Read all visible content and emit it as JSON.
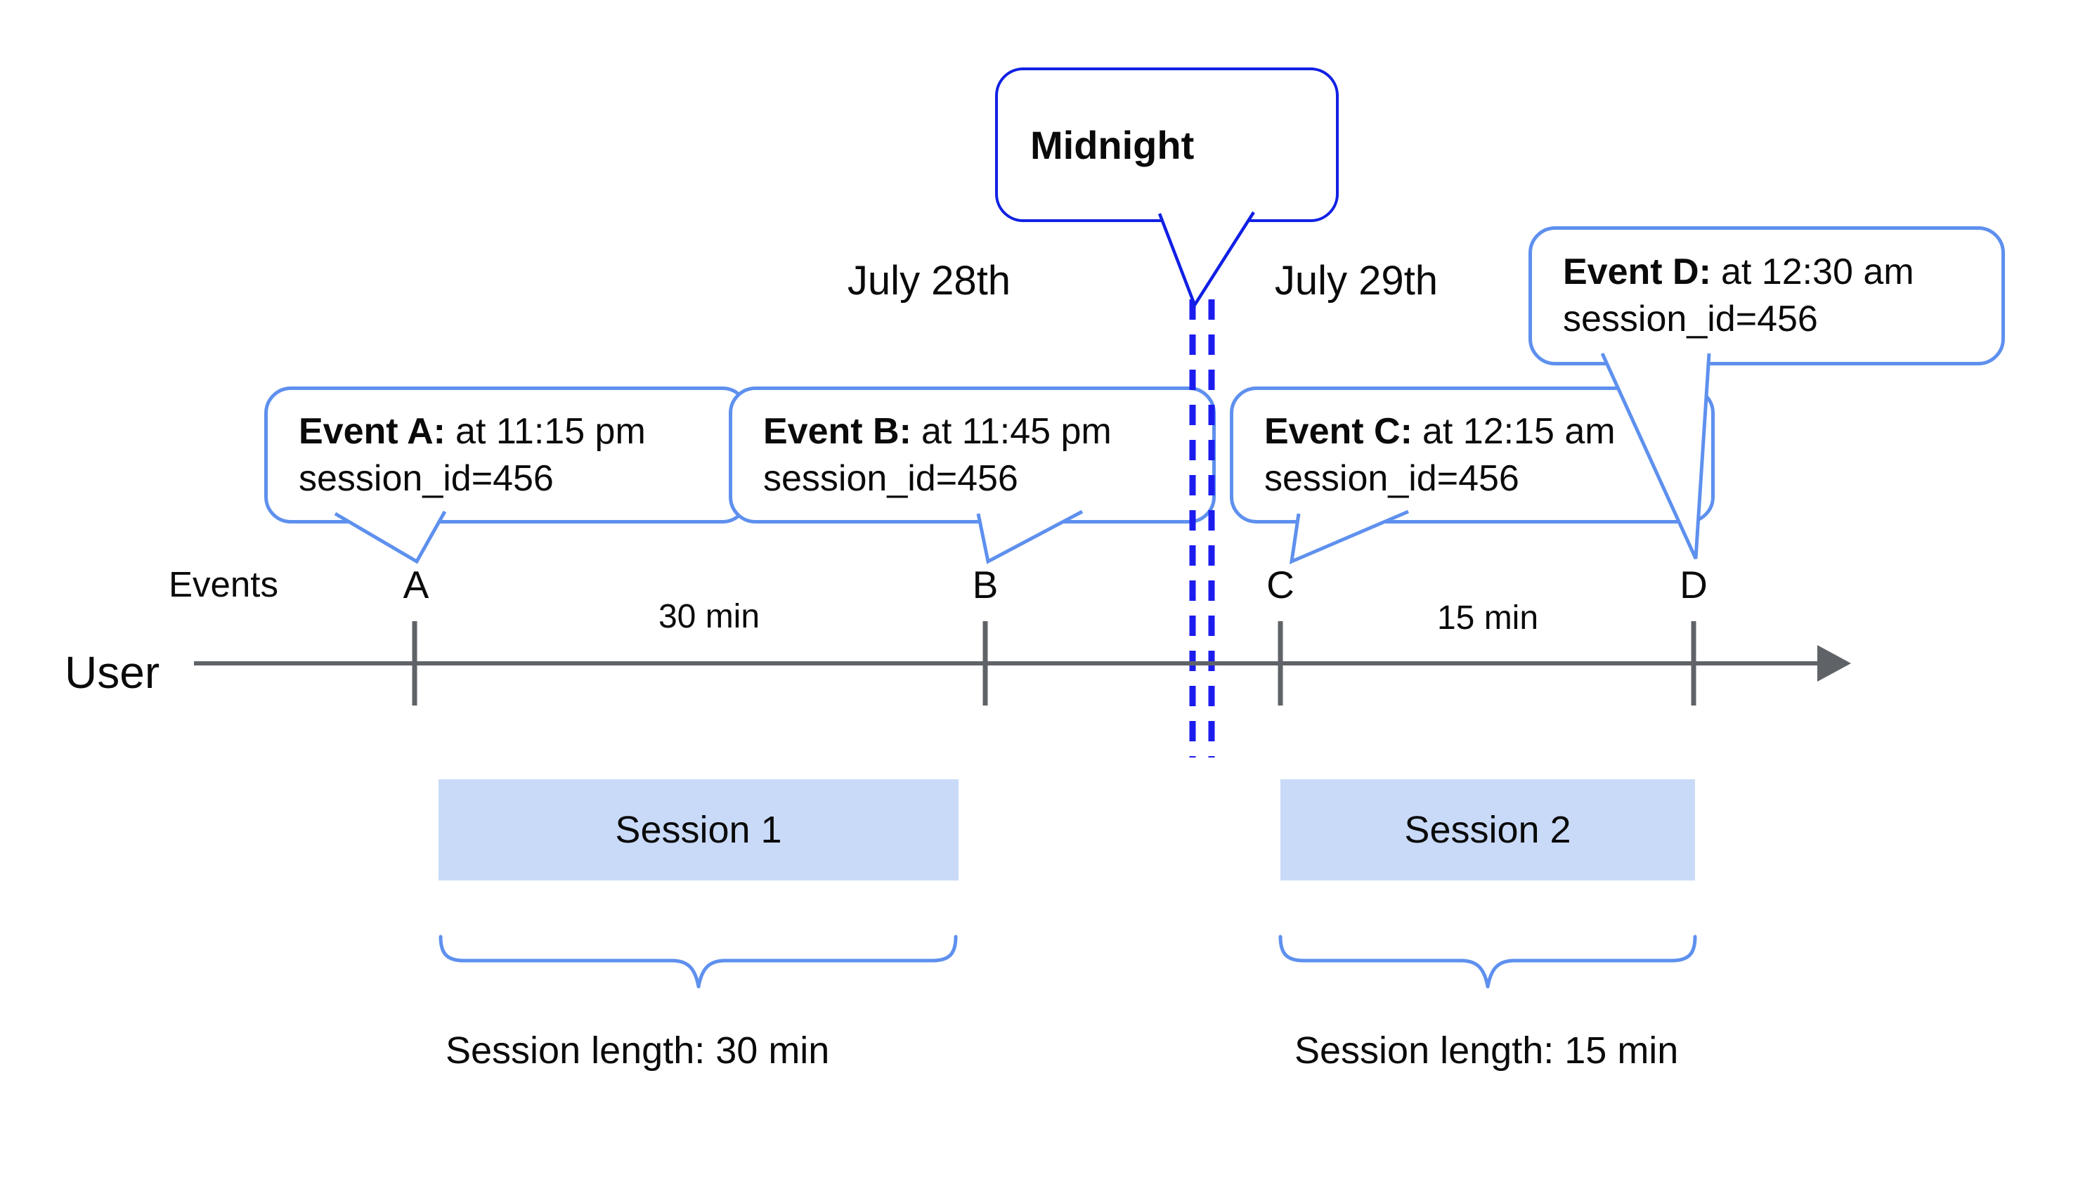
{
  "colors": {
    "callout-blue": "#5E90EE",
    "midnight-blue": "#1120E4",
    "dash-blue": "#1C1CEF",
    "timeline-gray": "#5F6368",
    "session-fill": "#C9DAF8",
    "ink": "#0A0A0A"
  },
  "midnight": {
    "label": "Midnight"
  },
  "dates": {
    "before": "July 28th",
    "after": "July 29th"
  },
  "axis": {
    "events_label": "Events",
    "user_label": "User"
  },
  "intervals": {
    "first": "30 min",
    "second": "15 min"
  },
  "events": [
    {
      "label": "A",
      "title": "Event A:",
      "time": "at 11:15 pm",
      "session": "session_id=456"
    },
    {
      "label": "B",
      "title": "Event B:",
      "time": "at 11:45 pm",
      "session": "session_id=456"
    },
    {
      "label": "C",
      "title": "Event C:",
      "time": "at 12:15 am",
      "session": "session_id=456"
    },
    {
      "label": "D",
      "title": "Event D:",
      "time": "at 12:30 am",
      "session": "session_id=456"
    }
  ],
  "sessions": [
    {
      "name": "Session 1",
      "length": "Session length: 30 min"
    },
    {
      "name": "Session 2",
      "length": "Session length: 15 min"
    }
  ]
}
